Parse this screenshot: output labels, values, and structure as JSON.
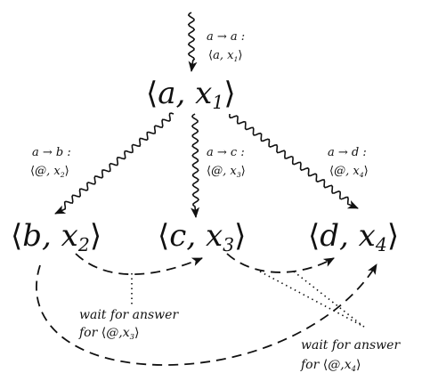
{
  "nodes": {
    "root": {
      "open": "⟨",
      "var": "a",
      "sep": ", ",
      "x": "x",
      "sub": "1",
      "close": "⟩"
    },
    "b": {
      "open": "⟨",
      "var": "b",
      "sep": ", ",
      "x": "x",
      "sub": "2",
      "close": "⟩"
    },
    "c": {
      "open": "⟨",
      "var": "c",
      "sep": ", ",
      "x": "x",
      "sub": "3",
      "close": "⟩"
    },
    "d": {
      "open": "⟨",
      "var": "d",
      "sep": ", ",
      "x": "x",
      "sub": "4",
      "close": "⟩"
    }
  },
  "edge_labels": {
    "incoming": {
      "rule": "a → a :",
      "open": "⟨",
      "val": "a",
      "sep": ", ",
      "x": "x",
      "sub": "1",
      "close": "⟩"
    },
    "to_b": {
      "rule": "a → b :",
      "open": "⟨",
      "val": "@",
      "sep": ", ",
      "x": "x",
      "sub": "2",
      "close": "⟩"
    },
    "to_c": {
      "rule": "a → c :",
      "open": "⟨",
      "val": "@",
      "sep": ", ",
      "x": "x",
      "sub": "3",
      "close": "⟩"
    },
    "to_d": {
      "rule": "a → d :",
      "open": "⟨",
      "val": "@",
      "sep": ", ",
      "x": "x",
      "sub": "4",
      "close": "⟩"
    }
  },
  "notes": {
    "wait_x3": {
      "line1": "wait for answer",
      "line2_prefix": "for ",
      "open": "⟨",
      "val": "@",
      "sep": ",",
      "x": "x",
      "sub": "3",
      "close": "⟩"
    },
    "wait_x4": {
      "line1": "wait for answer",
      "line2_prefix": "for ",
      "open": "⟨",
      "val": "@",
      "sep": ",",
      "x": "x",
      "sub": "4",
      "close": "⟩"
    }
  }
}
